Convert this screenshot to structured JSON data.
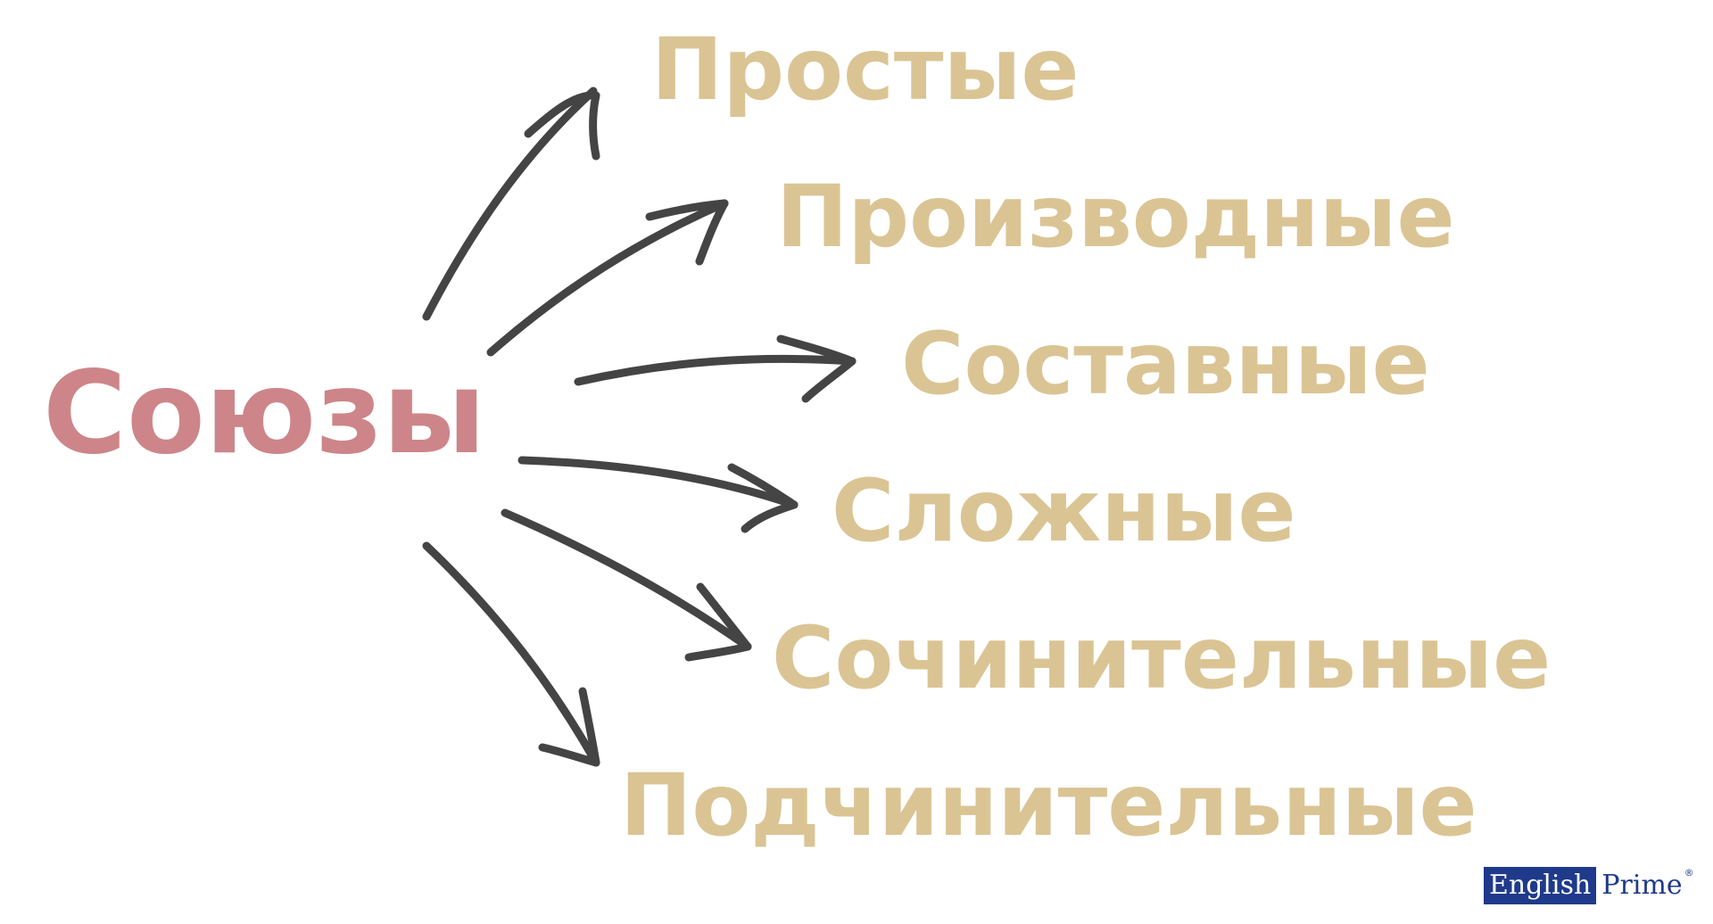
{
  "diagram": {
    "root": "Союзы",
    "branches": [
      "Простые",
      "Производные",
      "Составные",
      "Сложные",
      "Сочинительные",
      "Подчинительные"
    ]
  },
  "logo": {
    "left_text": "English",
    "right_text": "Prime",
    "mark": "®"
  },
  "colors": {
    "root_text": "#cd8589",
    "branch_text": "#dbc494",
    "arrows": "#444444",
    "logo_blue": "#1f3a8a",
    "background": "#ffffff"
  }
}
